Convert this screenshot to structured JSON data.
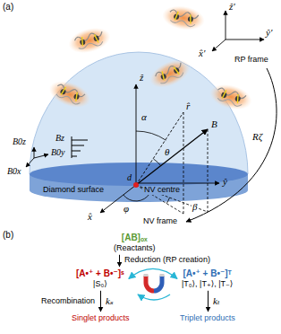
{
  "diagram": {
    "nodes": [
      {
        "text": [
          "[AB]ₒₓ",
          "(Reactants)"
        ]
      },
      {
        "text": [
          "[A•⁺ + B•⁻]ˢ",
          "|S₀⟩"
        ]
      },
      {
        "text": [
          "[A•⁺ + B•⁻]ᵀ",
          "|T₀⟩, |T₊⟩, |T₋⟩"
        ]
      },
      {
        "text": [
          "Singlet products"
        ]
      },
      {
        "text": [
          "Triplet products"
        ]
      }
    ],
    "edges": [
      {
        "from": 0,
        "to": 1,
        "arrow": "to",
        "label": "Reduction (RP creation)"
      },
      {
        "from": 1,
        "to": 2,
        "arrow": "both"
      },
      {
        "from": 1,
        "to": 3,
        "arrow": "to",
        "label": "kₛ"
      },
      {
        "from": 2,
        "to": 4,
        "arrow": "to",
        "label": "kₜ"
      }
    ],
    "labels": [
      "(a)",
      "ẑ′",
      "ŷ′",
      "x̂′",
      "RP frame",
      "Bz",
      "B0z",
      "B0y",
      "B0x",
      "ẑ",
      "α",
      "r̂",
      "B⃗",
      "θ",
      "Rζ",
      "d",
      "NV centre",
      "ŷ",
      "Diamond surface",
      "φ",
      "β",
      "x̂",
      "NV frame",
      "(b)",
      "Recombination"
    ]
  }
}
